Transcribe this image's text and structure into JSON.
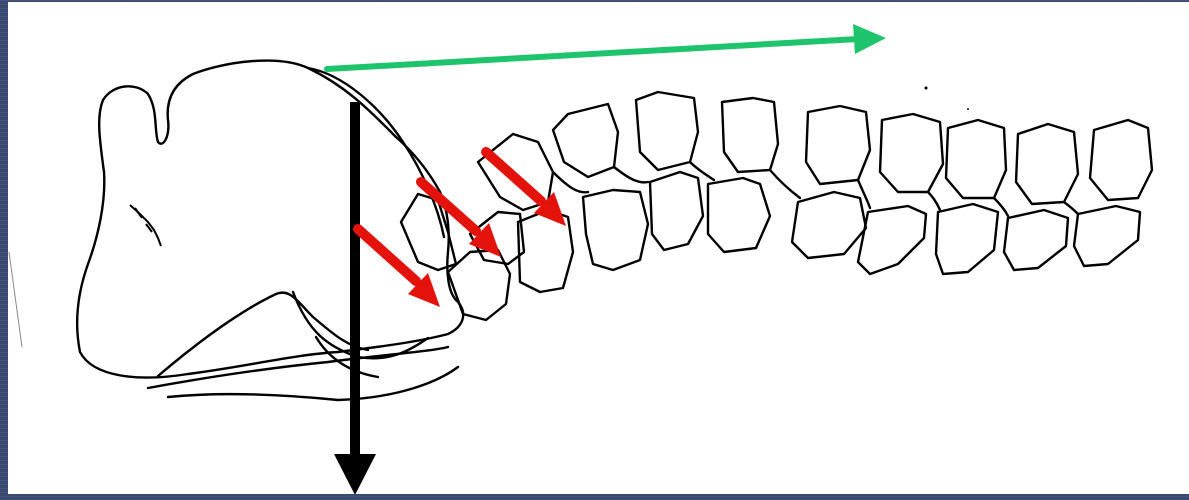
{
  "diagram": {
    "subject": "spine",
    "colors": {
      "outline": "#000000",
      "force_arrow": "#e3120b",
      "horizontal_arrow": "#1ec46b",
      "vertical_arrow": "#000000",
      "background": "#ffffff",
      "frame": "#3b4a72"
    },
    "arrows": {
      "horizontal": {
        "direction": "right",
        "color_name": "green"
      },
      "vertical": {
        "direction": "down",
        "color_name": "black"
      },
      "force": [
        {
          "direction": "down-right",
          "color_name": "red"
        },
        {
          "direction": "down-right",
          "color_name": "red"
        },
        {
          "direction": "down-right",
          "color_name": "red"
        }
      ]
    }
  }
}
